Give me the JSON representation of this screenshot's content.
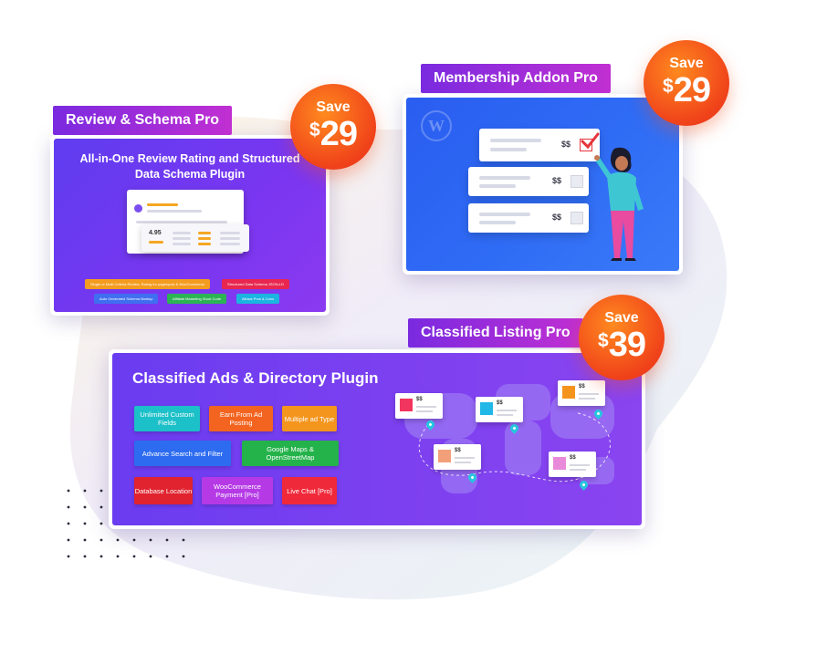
{
  "colors": {
    "ribbon_start": "#7a2ae0",
    "ribbon_end": "#c12fd2",
    "badge": "#f0421a",
    "review_bg": "#6a3af0",
    "membership_bg": "#2f6cf5",
    "classified_bg": "#7b40f0"
  },
  "review": {
    "ribbon": "Review & Schema Pro",
    "badge_save": "Save",
    "badge_currency": "$",
    "badge_amount": "29",
    "title_line1": "All-in-One Review Rating and Structured",
    "title_line2": "Data Schema Plugin",
    "rating_value": "4.95",
    "features": [
      "Single or Multi Criteria Review, Rating for pagespost & WooCommerce",
      "Structured Data Schema JSON-LD",
      "Auto Generated Schema Markup",
      "Affiliate Marketing Short Code",
      "Allows Pros & Cons"
    ]
  },
  "membership": {
    "ribbon": "Membership Addon Pro",
    "badge_save": "Save",
    "badge_currency": "$",
    "badge_amount": "29",
    "rows": [
      {
        "price": "$$",
        "checked": true
      },
      {
        "price": "$$",
        "checked": false
      },
      {
        "price": "$$",
        "checked": false
      }
    ],
    "icons": [
      "wordpress-logo-icon",
      "checkmark-icon",
      "person-illustration-icon"
    ]
  },
  "classified": {
    "ribbon": "Classified Listing Pro",
    "badge_save": "Save",
    "badge_currency": "$",
    "badge_amount": "39",
    "title": "Classified Ads & Directory Plugin",
    "features": [
      {
        "label": "Unlimited Custom Fields",
        "color": "#1cc0c8"
      },
      {
        "label": "Earn From Ad Posting",
        "color": "#f2641f"
      },
      {
        "label": "Multiple ad Type",
        "color": "#f4951d"
      },
      {
        "label": "Advance Search and Filter",
        "color": "#2d6cf0"
      },
      {
        "label": "Google Maps & OpenStreetMap",
        "color": "#24b24a"
      },
      {
        "label": "Database Location",
        "color": "#e0232e"
      },
      {
        "label": "WooCommerce Payment [Pro]",
        "color": "#b53ae6"
      },
      {
        "label": "Live Chat [Pro]",
        "color": "#f0293a"
      }
    ],
    "map_price": "$$",
    "map_listing_colors": [
      "#f2355e",
      "#21b7e6",
      "#f5941d",
      "#f2a07a",
      "#e88ad9"
    ]
  }
}
